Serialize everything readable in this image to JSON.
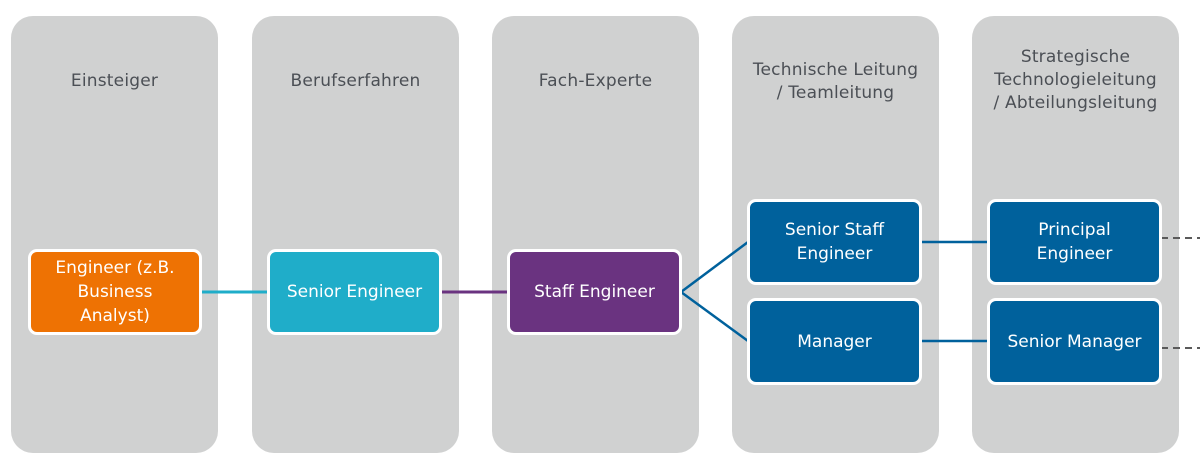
{
  "colors": {
    "column_bg": "#d0d1d1",
    "title_text": "#4b4f55",
    "entry": "#ee7203",
    "senior": "#1fadc9",
    "staff": "#6a3380",
    "lead": "#00619c",
    "connector_dashed": "#5a5a5a"
  },
  "columns": [
    {
      "title": "Einsteiger"
    },
    {
      "title": "Berufserfahren"
    },
    {
      "title": "Fach-Experte"
    },
    {
      "title": "Technische Leitung\n/ Teamleitung"
    },
    {
      "title": "Strategische\nTechnologieleitung\n/ Abteilungsleitung"
    }
  ],
  "nodes": {
    "engineer": "Engineer (z.B.\nBusiness\nAnalyst)",
    "senior_engineer": "Senior Engineer",
    "staff_engineer": "Staff Engineer",
    "senior_staff_engineer": "Senior Staff\nEngineer",
    "manager": "Manager",
    "principal_engineer": "Principal\nEngineer",
    "senior_manager": "Senior Manager"
  },
  "connections": [
    {
      "from": "engineer",
      "to": "senior_engineer",
      "style": "solid",
      "color": "#1fadc9"
    },
    {
      "from": "senior_engineer",
      "to": "staff_engineer",
      "style": "solid",
      "color": "#6a3380"
    },
    {
      "from": "staff_engineer",
      "to": "senior_staff_engineer",
      "style": "solid",
      "color": "#00619c"
    },
    {
      "from": "staff_engineer",
      "to": "manager",
      "style": "solid",
      "color": "#00619c"
    },
    {
      "from": "senior_staff_engineer",
      "to": "principal_engineer",
      "style": "solid",
      "color": "#00619c"
    },
    {
      "from": "manager",
      "to": "senior_manager",
      "style": "solid",
      "color": "#00619c"
    },
    {
      "from": "principal_engineer",
      "to": "continuation",
      "style": "dashed",
      "color": "#5a5a5a"
    },
    {
      "from": "senior_manager",
      "to": "continuation",
      "style": "dashed",
      "color": "#5a5a5a"
    }
  ]
}
